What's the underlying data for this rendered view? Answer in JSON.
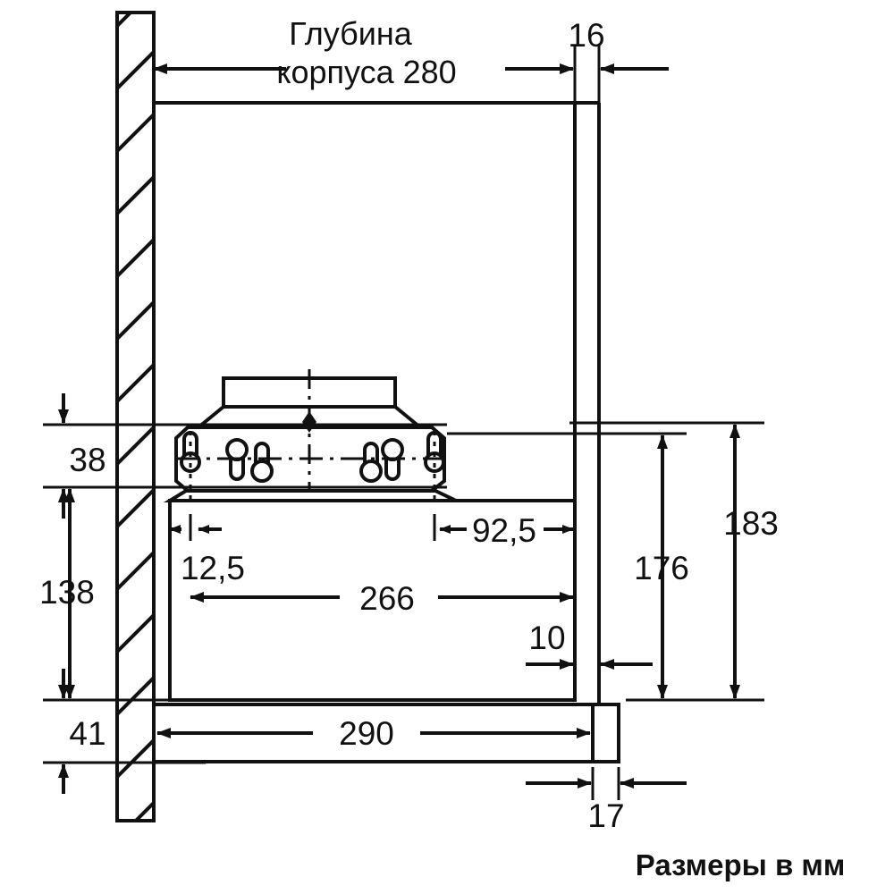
{
  "drawing": {
    "title_label": "Глубина",
    "title_label_line2": "корпуса 280",
    "caption": "Размеры в мм",
    "unit": "мм",
    "stroke_color": "#111111",
    "background_color": "#ffffff"
  },
  "dimensions": {
    "depth_cabinet": "280",
    "top_right_gap": "16",
    "left_top": "38",
    "left_middle": "138",
    "left_bottom": "41",
    "inner_left_offset": "12,5",
    "inner_right_offset": "92,5",
    "inner_width": "266",
    "front_panel_gap": "10",
    "total_width": "290",
    "front_thickness": "17",
    "right_inner_height": "176",
    "right_outer_height": "183"
  },
  "labels": {
    "d280": "Глубина\nкорпуса 280",
    "d16": "16",
    "d38": "38",
    "d138": "138",
    "d41": "41",
    "d125": "12,5",
    "d925": "92,5",
    "d266": "266",
    "d10": "10",
    "d290": "290",
    "d17": "17",
    "d176": "176",
    "d183": "183",
    "units_note": "Размеры в мм"
  }
}
